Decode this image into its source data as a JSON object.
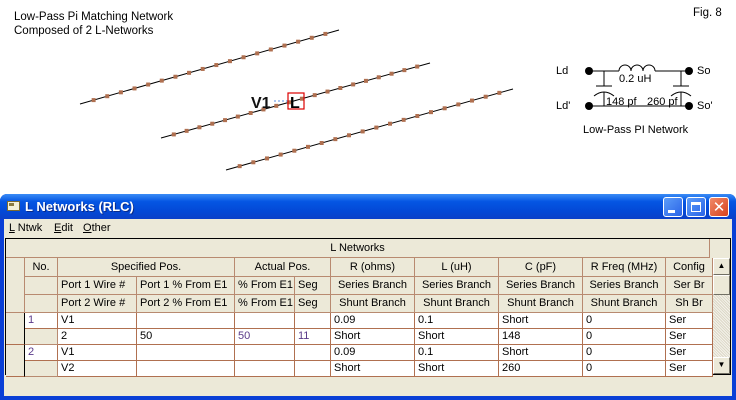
{
  "figure": {
    "title_line1": "Low-Pass Pi Matching Network",
    "title_line2": "Composed of 2 L-Networks",
    "fig_label": "Fig. 8",
    "antenna_view": {
      "source_label": "V1",
      "load_label": "L",
      "wires": 3,
      "segment_color": "#b07050",
      "load_box_color": "#dd0000"
    },
    "schematic": {
      "caption": "Low-Pass PI Network",
      "left_top": "Ld",
      "left_bottom": "Ld'",
      "right_top": "So",
      "right_bottom": "So'",
      "inductor": "0.2 uH",
      "cap_left": "148 pf",
      "cap_right": "260 pf"
    }
  },
  "window": {
    "title": "L Networks (RLC)",
    "icon": "folder-icon",
    "controls": [
      "minimize",
      "maximize",
      "close"
    ],
    "menu": [
      {
        "label": "L Ntwk",
        "accel": "L"
      },
      {
        "label": "Edit",
        "accel": "E"
      },
      {
        "label": "Other",
        "accel": "O"
      }
    ]
  },
  "table": {
    "title": "L Networks",
    "group_headers": [
      "No.",
      "Specified Pos.",
      "Actual Pos.",
      "R (ohms)",
      "L (uH)",
      "C (pF)",
      "R Freq (MHz)",
      "Config"
    ],
    "sub_row1": [
      "",
      "Port 1 Wire #",
      "Port 1 % From E1",
      "% From E1",
      "Seg",
      "Series Branch",
      "Series Branch",
      "Series Branch",
      "Series Branch",
      "Ser Br"
    ],
    "sub_row2": [
      "",
      "Port 2 Wire #",
      "Port 2 % From E1",
      "% From E1",
      "Seg",
      "Shunt Branch",
      "Shunt Branch",
      "Shunt Branch",
      "Shunt Branch",
      "Sh Br"
    ],
    "rows": [
      [
        "1",
        "V1",
        "",
        "",
        "",
        "0.09",
        "0.1",
        "Short",
        "0",
        "Ser"
      ],
      [
        "",
        "2",
        "50",
        "50",
        "11",
        "Short",
        "Short",
        "148",
        "0",
        "Ser"
      ],
      [
        "2",
        "V1",
        "",
        "",
        "",
        "0.09",
        "0.1",
        "Short",
        "0",
        "Ser"
      ],
      [
        "",
        "V2",
        "",
        "",
        "",
        "Short",
        "Short",
        "260",
        "0",
        "Ser"
      ]
    ]
  }
}
